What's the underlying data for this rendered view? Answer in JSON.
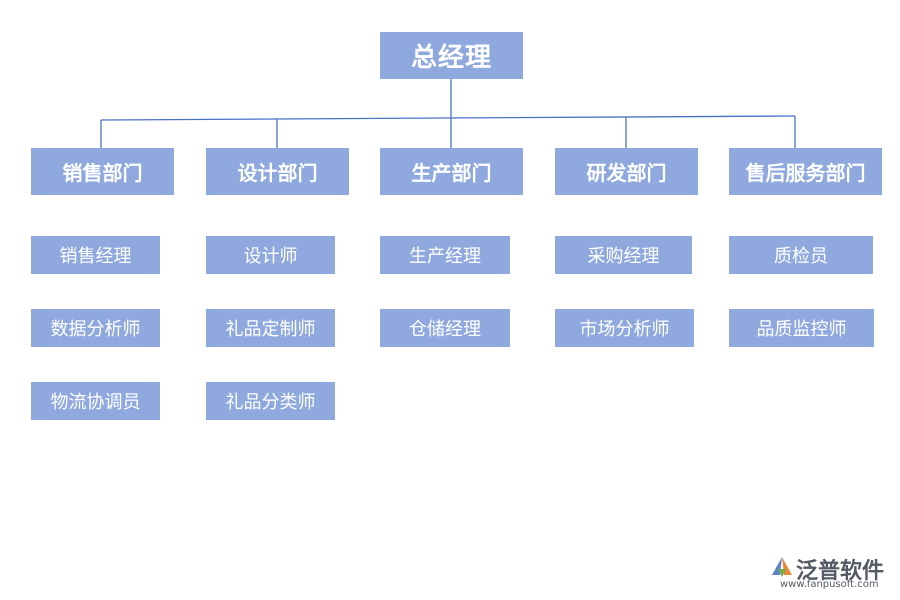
{
  "root": {
    "label": "总经理"
  },
  "departments": [
    {
      "label": "销售部门",
      "roles": [
        "销售经理",
        "数据分析师",
        "物流协调员"
      ]
    },
    {
      "label": "设计部门",
      "roles": [
        "设计师",
        "礼品定制师",
        "礼品分类师"
      ]
    },
    {
      "label": "生产部门",
      "roles": [
        "生产经理",
        "仓储经理"
      ]
    },
    {
      "label": "研发部门",
      "roles": [
        "采购经理",
        "市场分析师"
      ]
    },
    {
      "label": "售后服务部门",
      "roles": [
        "质检员",
        "品质监控师"
      ]
    }
  ],
  "logo": {
    "name": "泛普软件",
    "url": "www.fanpusoft.com"
  },
  "colors": {
    "box": "#8fa9df",
    "line": "#4a72c4",
    "text": "#ffffff"
  }
}
